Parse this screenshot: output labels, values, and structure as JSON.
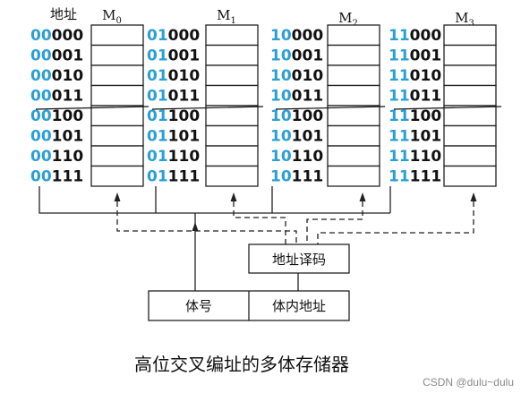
{
  "header_label": "地址",
  "modules": [
    {
      "name": "M",
      "sub": "0",
      "prefix": "00"
    },
    {
      "name": "M",
      "sub": "1",
      "prefix": "01"
    },
    {
      "name": "M",
      "sub": "2",
      "prefix": "10"
    },
    {
      "name": "M",
      "sub": "3",
      "prefix": "11"
    }
  ],
  "suffixes": [
    "000",
    "001",
    "010",
    "011",
    "100",
    "101",
    "110",
    "111"
  ],
  "decoder_label": "地址译码",
  "register": {
    "left_label": "体号",
    "right_label": "体内地址"
  },
  "caption": "高位交叉编址的多体存储器",
  "watermark": "CSDN @dulu~dulu",
  "colors": {
    "prefix": "#2a9fd6",
    "text": "#111111",
    "line": "#222222"
  }
}
